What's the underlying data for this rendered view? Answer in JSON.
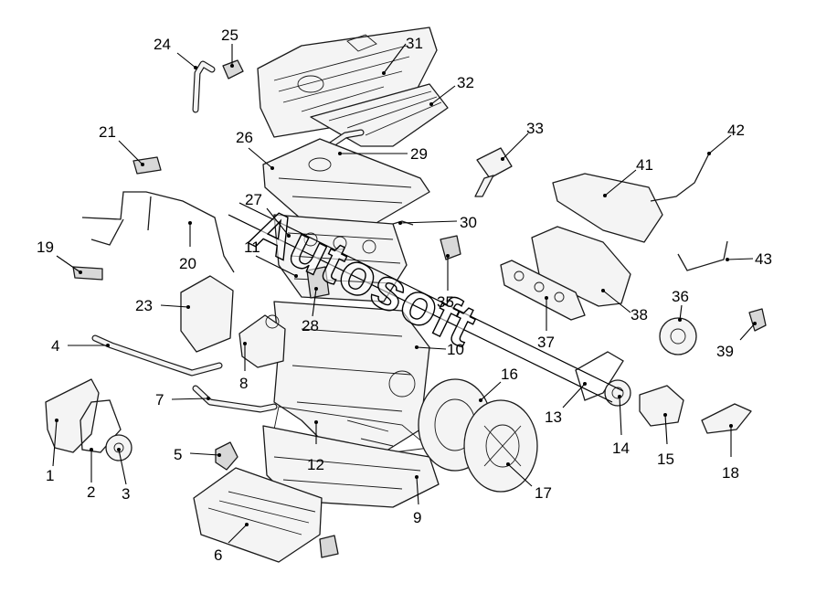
{
  "watermark": "Autosoft",
  "callouts": [
    {
      "id": "1",
      "label": "1"
    },
    {
      "id": "2",
      "label": "2"
    },
    {
      "id": "3",
      "label": "3"
    },
    {
      "id": "4",
      "label": "4"
    },
    {
      "id": "5",
      "label": "5"
    },
    {
      "id": "6",
      "label": "6"
    },
    {
      "id": "7",
      "label": "7"
    },
    {
      "id": "8",
      "label": "8"
    },
    {
      "id": "9",
      "label": "9"
    },
    {
      "id": "10",
      "label": "10"
    },
    {
      "id": "11",
      "label": "11"
    },
    {
      "id": "12",
      "label": "12"
    },
    {
      "id": "13",
      "label": "13"
    },
    {
      "id": "14",
      "label": "14"
    },
    {
      "id": "15",
      "label": "15"
    },
    {
      "id": "16",
      "label": "16"
    },
    {
      "id": "17",
      "label": "17"
    },
    {
      "id": "18",
      "label": "18"
    },
    {
      "id": "19",
      "label": "19"
    },
    {
      "id": "20",
      "label": "20"
    },
    {
      "id": "21",
      "label": "21"
    },
    {
      "id": "23",
      "label": "23"
    },
    {
      "id": "24",
      "label": "24"
    },
    {
      "id": "25",
      "label": "25"
    },
    {
      "id": "26",
      "label": "26"
    },
    {
      "id": "27",
      "label": "27"
    },
    {
      "id": "28",
      "label": "28"
    },
    {
      "id": "29",
      "label": "29"
    },
    {
      "id": "30",
      "label": "30"
    },
    {
      "id": "31",
      "label": "31"
    },
    {
      "id": "32",
      "label": "32"
    },
    {
      "id": "33",
      "label": "33"
    },
    {
      "id": "35",
      "label": "35"
    },
    {
      "id": "36",
      "label": "36"
    },
    {
      "id": "37",
      "label": "37"
    },
    {
      "id": "38",
      "label": "38"
    },
    {
      "id": "39",
      "label": "39"
    },
    {
      "id": "41",
      "label": "41"
    },
    {
      "id": "42",
      "label": "42"
    },
    {
      "id": "43",
      "label": "43"
    }
  ]
}
